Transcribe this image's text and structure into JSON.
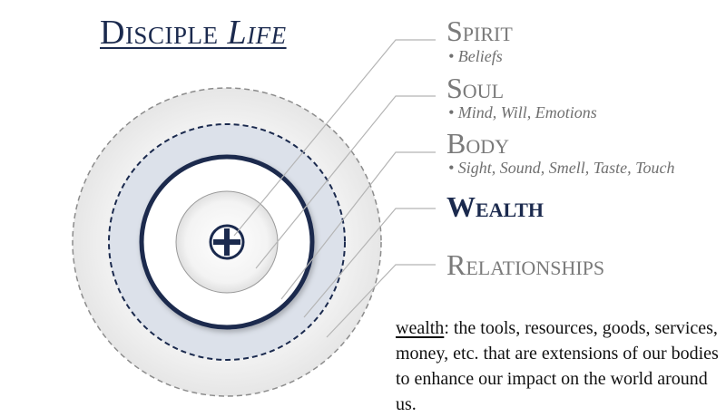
{
  "title": {
    "main": "Disciple ",
    "italic": "Life"
  },
  "layers": [
    {
      "label": "Spirit",
      "detail": "• Beliefs",
      "emphasis": false
    },
    {
      "label": "Soul",
      "detail": "• Mind, Will, Emotions",
      "emphasis": false
    },
    {
      "label": "Body",
      "detail": "• Sight, Sound, Smell, Taste, Touch",
      "emphasis": false
    },
    {
      "label": "Wealth",
      "detail": "",
      "emphasis": true
    },
    {
      "label": "Relationships",
      "detail": "",
      "emphasis": false
    }
  ],
  "definition": {
    "term": "wealth",
    "text": ": the tools, resources, goods, services, money, etc. that are extensions of our bodies to enhance our impact on the world around us."
  },
  "colors": {
    "navy": "#1b2a4e",
    "ring_fill": "#dce1ea",
    "gray_text": "#7a7a7a",
    "leader_line": "#b5b5b5"
  },
  "icons": {
    "center": "cross-icon"
  }
}
